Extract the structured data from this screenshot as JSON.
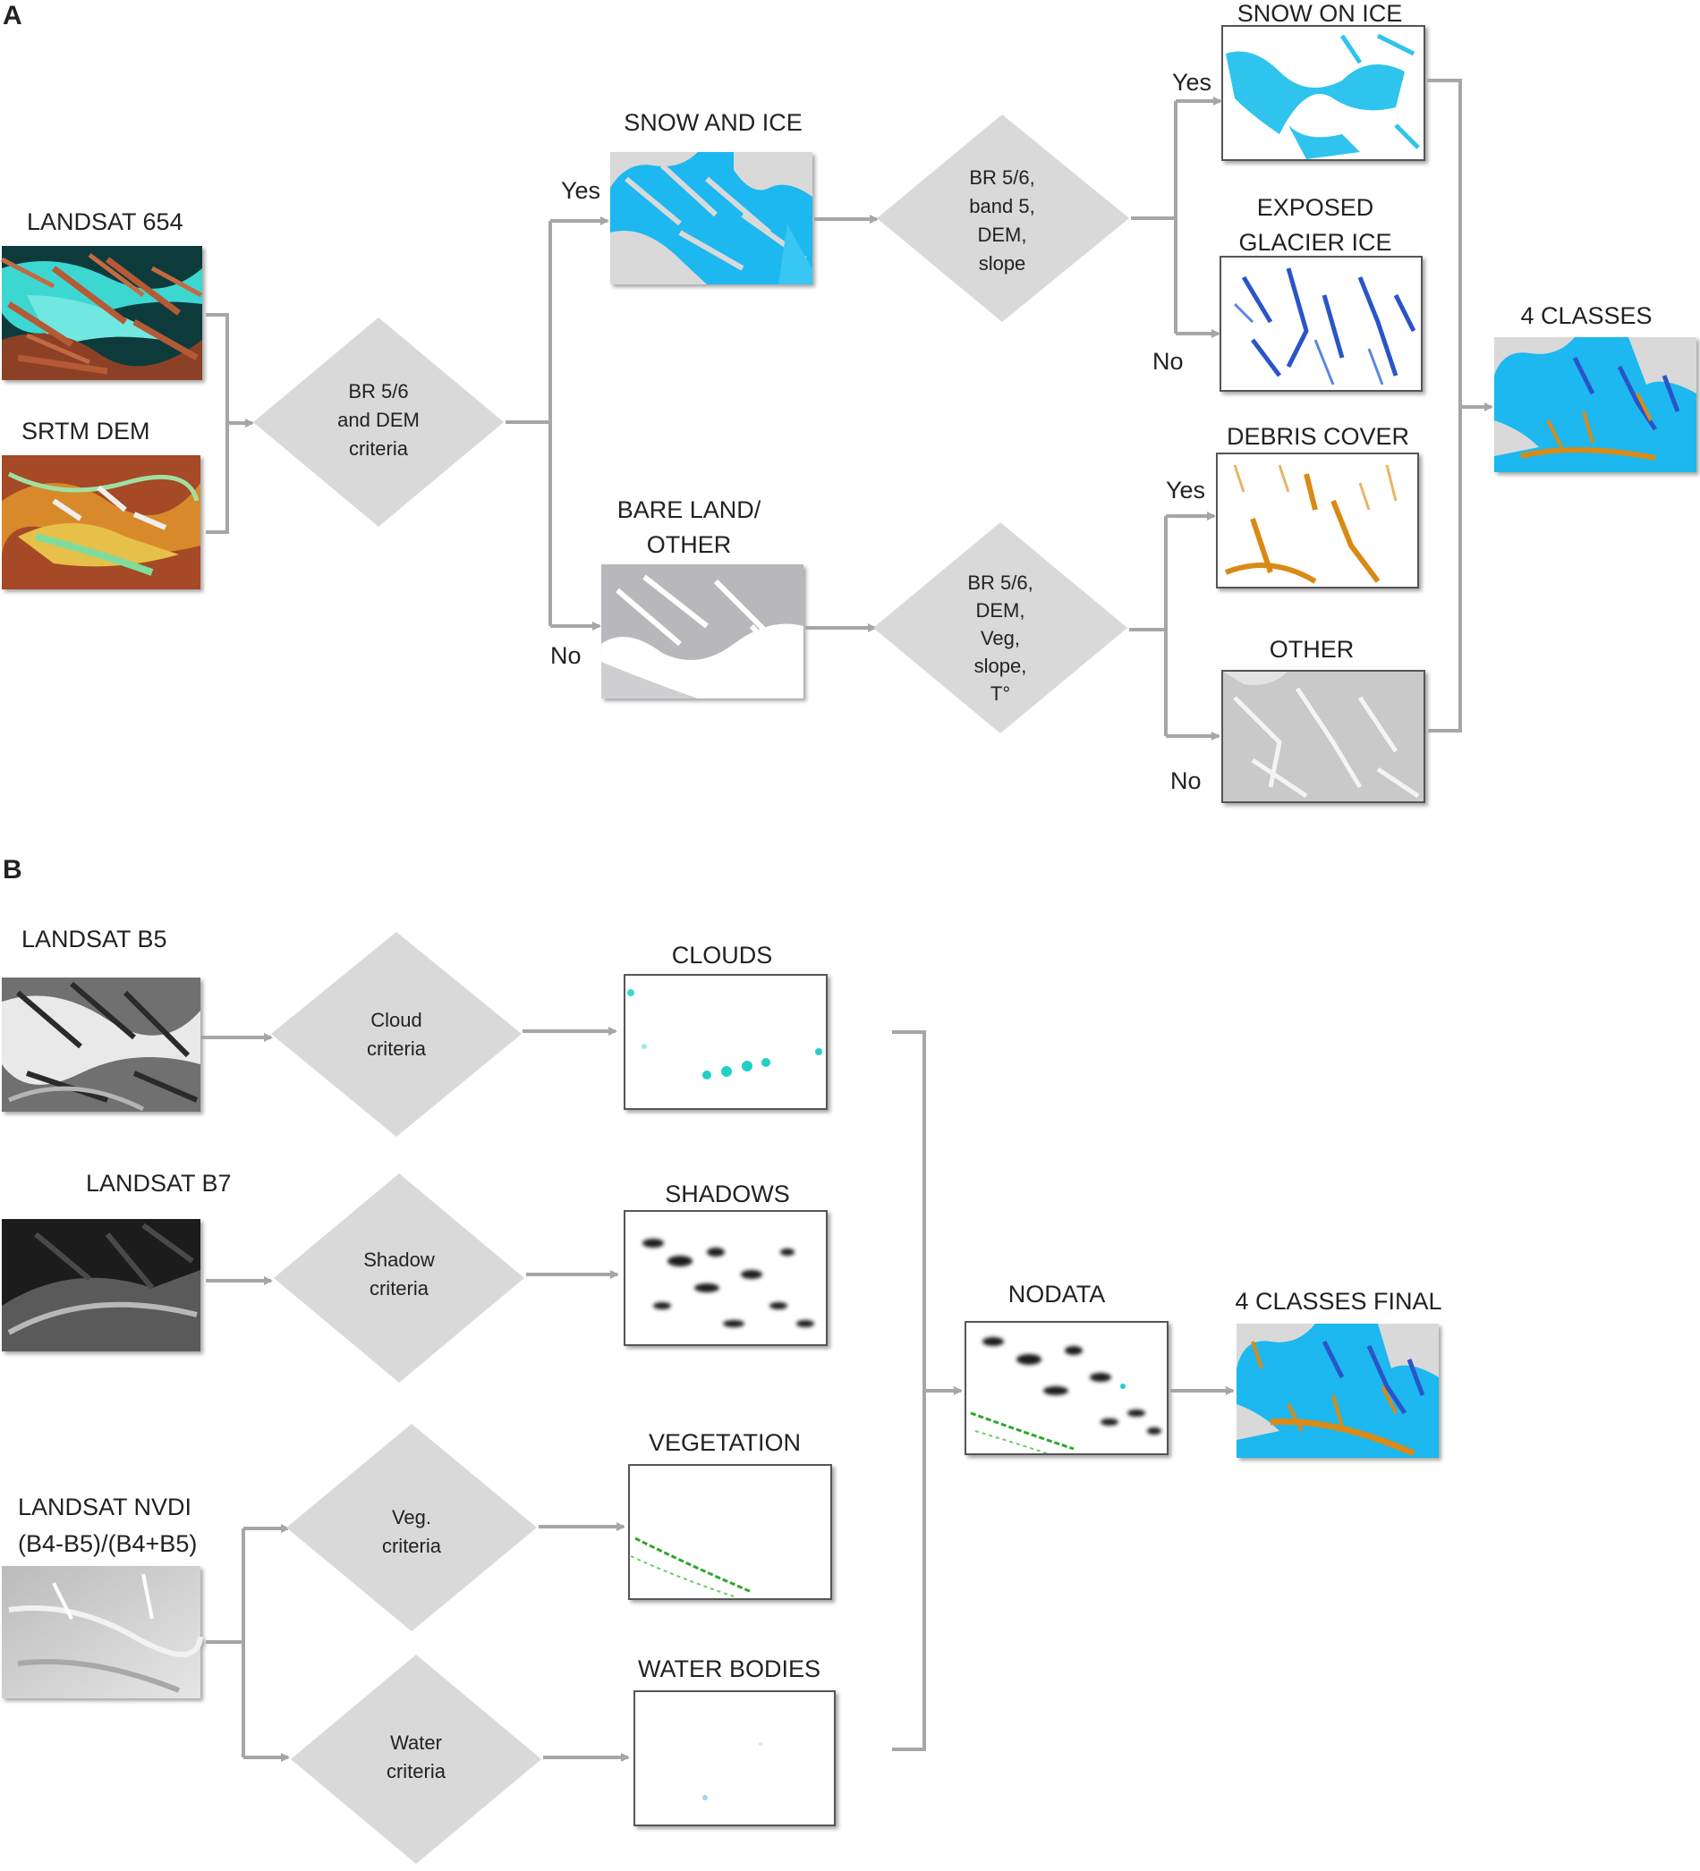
{
  "panels": {
    "a": "A",
    "b": "B"
  },
  "part_a": {
    "inputs": {
      "landsat": "LANDSAT 654",
      "dem": "SRTM DEM"
    },
    "decision_1": [
      "BR 5/6",
      "and DEM",
      "criteria"
    ],
    "yes_branch": {
      "answer": "Yes",
      "title": "SNOW AND ICE"
    },
    "no_branch": {
      "answer": "No",
      "title": [
        "BARE LAND/",
        "OTHER"
      ]
    },
    "decision_snow": [
      "BR 5/6,",
      "band 5,",
      "DEM,",
      "slope"
    ],
    "decision_bare": [
      "BR 5/6,",
      "DEM,",
      "Veg,",
      "slope,",
      "T°"
    ],
    "out_snow_on_ice": {
      "answer": "Yes",
      "title": "SNOW ON ICE"
    },
    "out_exposed": {
      "answer": "No",
      "title": [
        "EXPOSED",
        "GLACIER ICE"
      ]
    },
    "out_debris": {
      "answer": "Yes",
      "title": "DEBRIS COVER"
    },
    "out_other": {
      "answer": "No",
      "title": "OTHER"
    },
    "result": "4 CLASSES"
  },
  "part_b": {
    "inputs": {
      "b5": "LANDSAT B5",
      "b7": "LANDSAT B7",
      "ndvi": [
        "LANDSAT NVDI",
        "(B4-B5)/(B4+B5)"
      ]
    },
    "decisions": {
      "cloud": [
        "Cloud",
        "criteria"
      ],
      "shadow": [
        "Shadow",
        "criteria"
      ],
      "veg": [
        "Veg.",
        "criteria"
      ],
      "water": [
        "Water",
        "criteria"
      ]
    },
    "outputs": {
      "clouds": "CLOUDS",
      "shadows": "SHADOWS",
      "vegetation": "VEGETATION",
      "water": "WATER BODIES"
    },
    "nodata": "NODATA",
    "final": "4 CLASSES FINAL"
  },
  "colors": {
    "connector": "#a6a6a6",
    "diamond": "#d9d9d9",
    "snow_cyan": "#1fb8ef",
    "glacier_blue": "#2a55c9",
    "debris_orange": "#d98a17",
    "landsat_rust": "#a3502f",
    "vegetation_green": "#2aa82a"
  }
}
